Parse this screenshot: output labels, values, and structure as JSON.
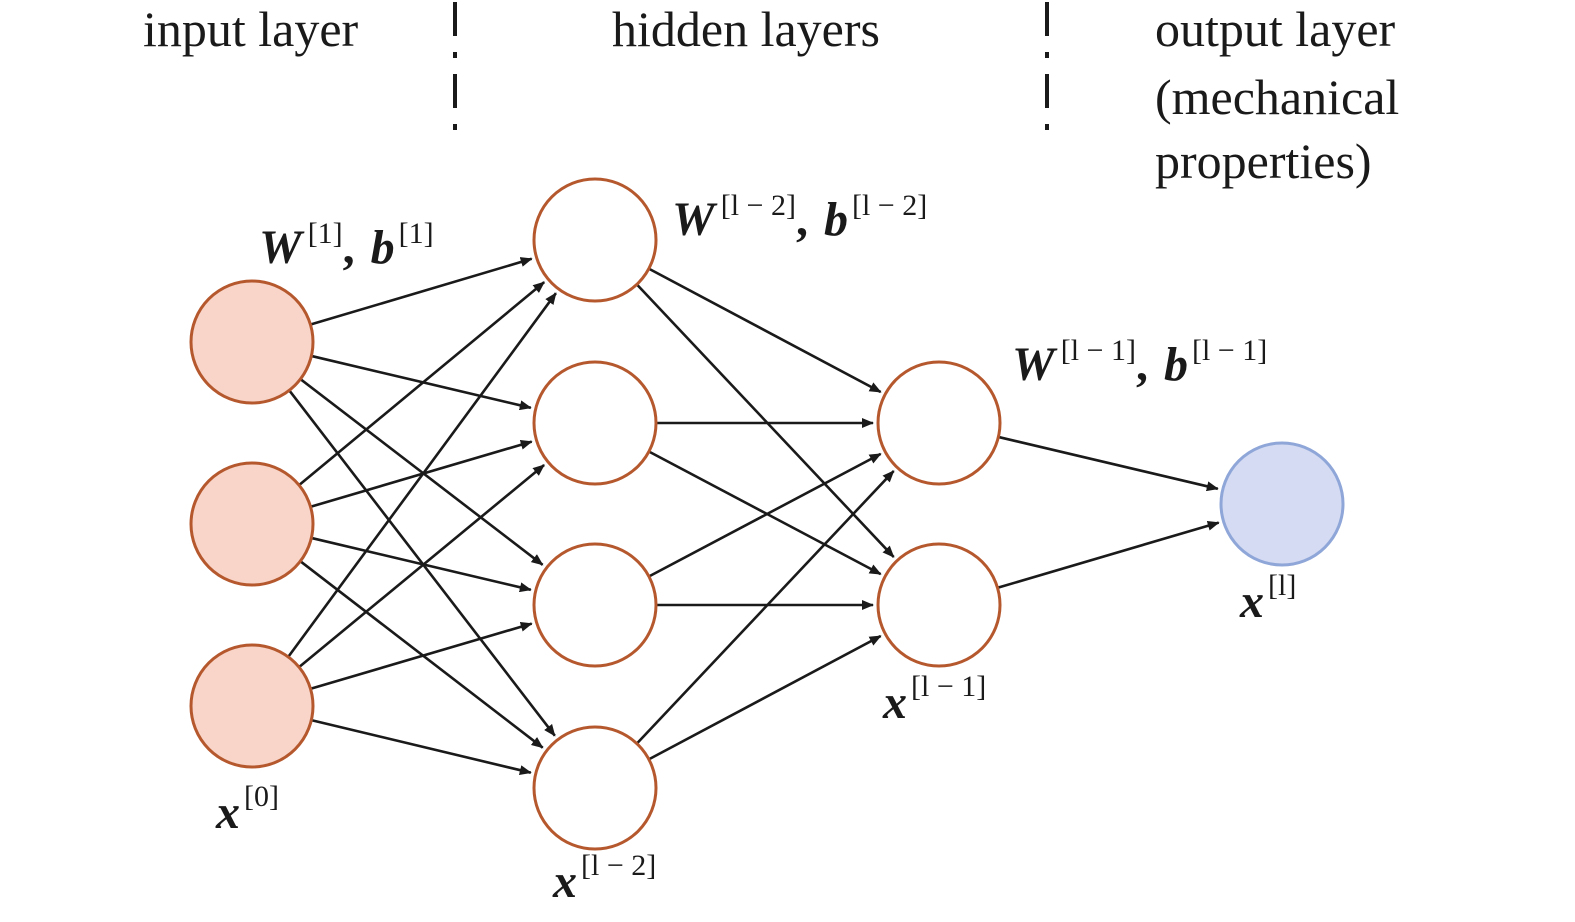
{
  "sections": {
    "input": "input layer",
    "hidden": "hidden layers",
    "output": [
      "output layer",
      "(mechanical",
      "properties)"
    ]
  },
  "params": {
    "layer1": {
      "w": "W",
      "w_sup": "[1]",
      "sep": ",",
      "b": "b",
      "b_sup": "[1]"
    },
    "layer_l2": {
      "w": "W",
      "w_sup_open": "[",
      "w_sup_var": "l",
      "w_sup_rest": " − 2]",
      "sep": ",",
      "b": "b",
      "b_sup_open": "[",
      "b_sup_var": "l",
      "b_sup_rest": " − 2]"
    },
    "layer_l1": {
      "w": "W",
      "w_sup_open": "[",
      "w_sup_var": "l",
      "w_sup_rest": " − 1]",
      "sep": ",",
      "b": "b",
      "b_sup_open": "[",
      "b_sup_var": "l",
      "b_sup_rest": " − 1]"
    }
  },
  "node_labels": {
    "x0": {
      "sym": "x",
      "sup": "[0]"
    },
    "x_l2": {
      "sym": "x",
      "sup_open": "[",
      "sup_var": "l",
      "sup_rest": " − 2]"
    },
    "x_l1": {
      "sym": "x",
      "sup_open": "[",
      "sup_var": "l",
      "sup_rest": " − 1]"
    },
    "x_l": {
      "sym": "x",
      "sup_open": "[",
      "sup_var": "l",
      "sup_rest": "]"
    }
  },
  "layers": [
    {
      "name": "input",
      "nodes": 3
    },
    {
      "name": "hidden-1",
      "nodes": 4
    },
    {
      "name": "hidden-2",
      "nodes": 2
    },
    {
      "name": "output",
      "nodes": 1
    }
  ],
  "colors": {
    "input_fill": "#f8d5c8",
    "node_stroke": "#b5582e",
    "output_fill": "#d4dbf2",
    "output_stroke": "#8fa6d8",
    "edge": "#1a1a1a"
  }
}
